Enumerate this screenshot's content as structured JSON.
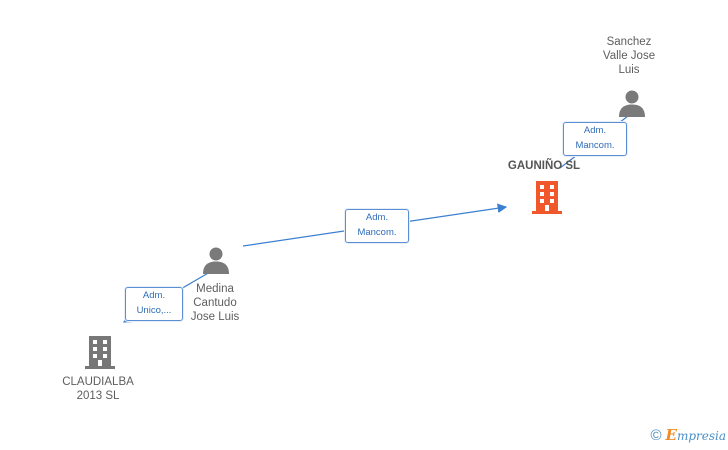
{
  "nodes": {
    "sanchez": {
      "label": [
        "Sanchez",
        "Valle Jose",
        "Luis"
      ],
      "type": "person-icon"
    },
    "gaunino": {
      "label": [
        "GAUNIÑO SL"
      ],
      "type": "building-icon",
      "color": "#f0572a"
    },
    "medina": {
      "label": [
        "Medina",
        "Cantudo",
        "Jose Luis"
      ],
      "type": "person-icon"
    },
    "claudialba": {
      "label": [
        "CLAUDIALBA",
        "2013 SL"
      ],
      "type": "building-icon",
      "color": "#777777"
    }
  },
  "edges": [
    {
      "label": [
        "Adm.",
        "Mancom."
      ]
    },
    {
      "label": [
        "Adm.",
        "Mancom."
      ]
    },
    {
      "label": [
        "Adm.",
        "Unico,..."
      ]
    }
  ],
  "footer": {
    "copyright": "©",
    "brand_e": "E",
    "brand_rest": "mpresia"
  },
  "colors": {
    "edge": "#3b7fd0",
    "person": "#7a7a7a",
    "accent": "#f0572a"
  }
}
